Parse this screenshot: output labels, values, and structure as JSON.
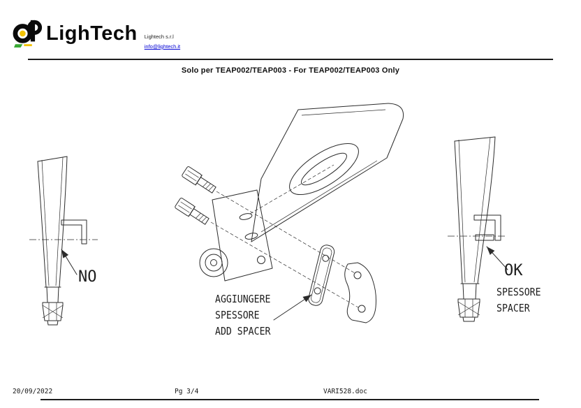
{
  "header": {
    "logo_text": "LighTech",
    "company": "Lightech s.r.l",
    "email": "info@lightech.it"
  },
  "title": "Solo per TEAP002/TEAP003  - For TEAP002/TEAP003 Only",
  "figures": {
    "left": {
      "label": "NO"
    },
    "middle": {
      "note": {
        "line1": "AGGIUNGERE",
        "line2": "SPESSORE",
        "line3": "ADD SPACER"
      }
    },
    "right": {
      "label": "OK",
      "caption": {
        "line1": "SPESSORE",
        "line2": "SPACER"
      }
    }
  },
  "footer": {
    "date": "20/09/2022",
    "page": "Pg 3/4",
    "doc": "VARI528.doc"
  },
  "colors": {
    "logo_yellow": "#f2c200",
    "logo_green": "#39a935",
    "link_blue": "#0000d4",
    "ink": "#111111"
  }
}
